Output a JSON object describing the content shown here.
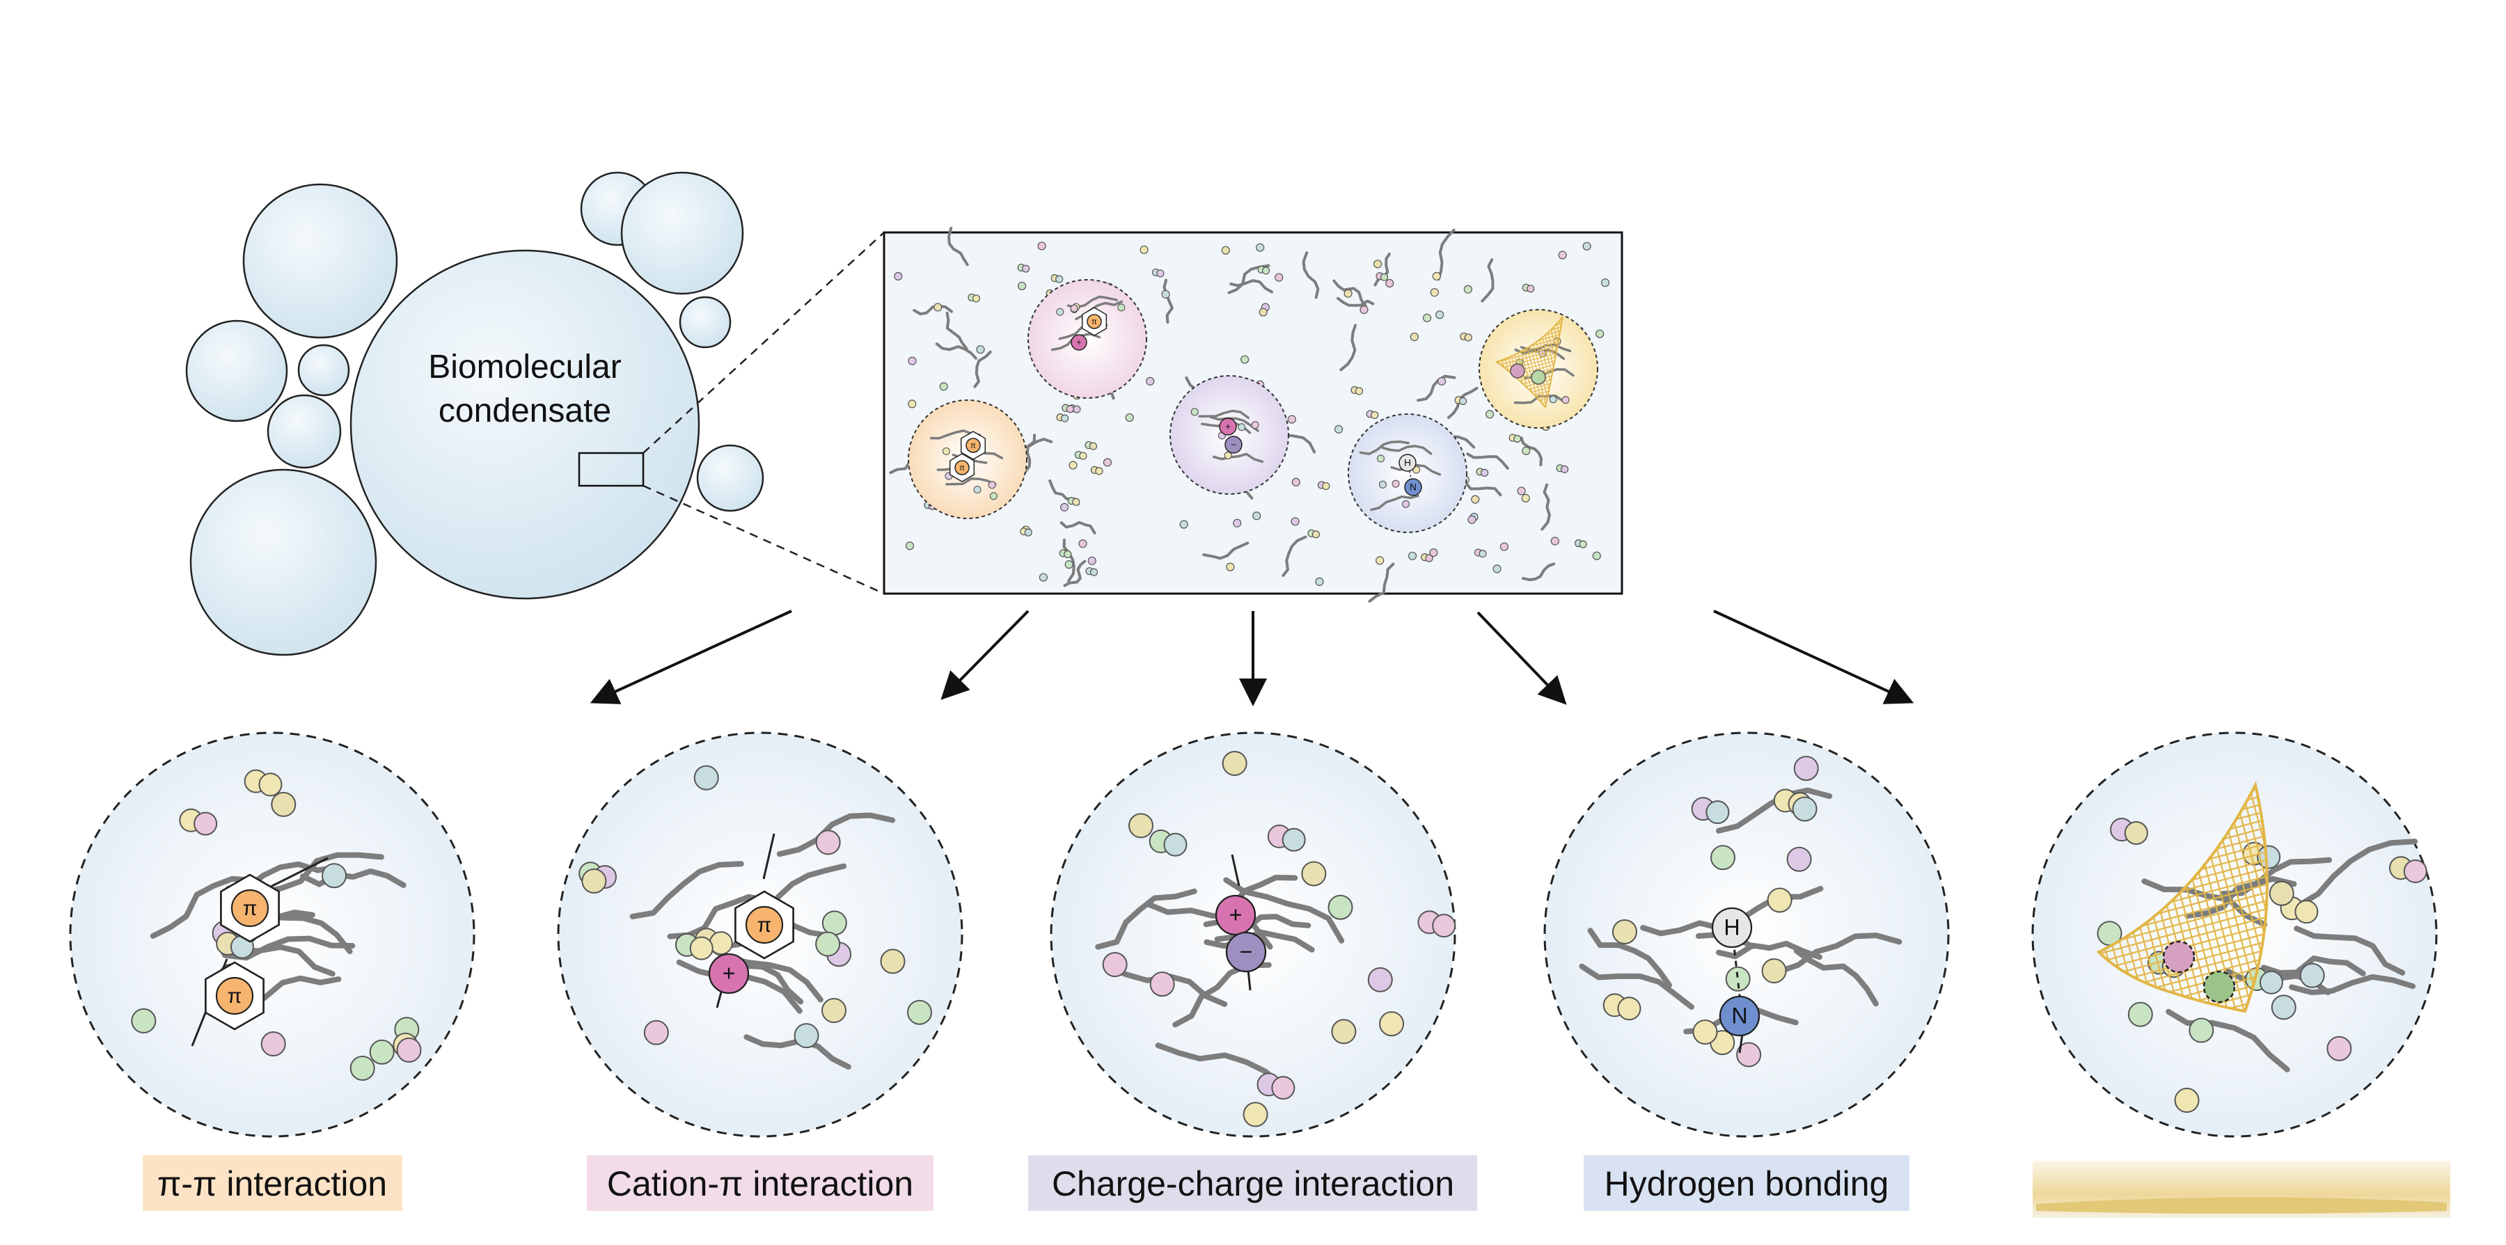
{
  "condensate_label_line1": "Biomolecular",
  "condensate_label_line2": "condensate",
  "panels": [
    {
      "label": "π-π interaction",
      "label_bg": "#fde3c6",
      "marker": "pipi"
    },
    {
      "label": "Cation-π interaction",
      "label_bg": "#f2dce8",
      "marker": "cation-pi"
    },
    {
      "label": "Charge-charge interaction",
      "label_bg": "#e1dcec",
      "marker": "charge"
    },
    {
      "label": "Hydrogen bonding",
      "label_bg": "#d9e2f2",
      "marker": "hbond"
    },
    {
      "label": "",
      "label_bg": "#e8cf76",
      "marker": "mesh"
    }
  ],
  "symbols": {
    "pi": "π",
    "plus": "+",
    "minus": "−",
    "h": "H",
    "n": "N"
  },
  "colors": {
    "droplet_fill": "#dcebf3",
    "circle_bg": "#eef3f8",
    "chain": "#7d7d7d",
    "pi_ring": "#f6b46e",
    "cation": "#d774b0",
    "anion": "#9d8fc0",
    "h_atom": "#e6e6e6",
    "n_atom": "#6f8fcf",
    "mesh": "#e2b646"
  }
}
